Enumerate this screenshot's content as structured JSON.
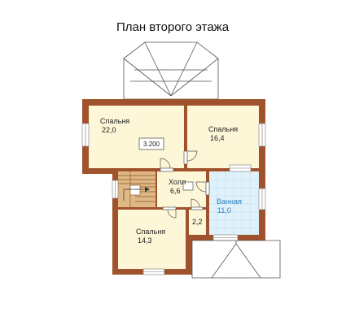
{
  "title": "План второго этажа",
  "rooms": {
    "bedroom_top_left": {
      "name": "Спальня",
      "area": "22,0"
    },
    "bedroom_top_right": {
      "name": "Спальня",
      "area": "16,4"
    },
    "hall": {
      "name": "Холл",
      "area": "6,6"
    },
    "bathroom": {
      "name": "Ванная",
      "area": "11,0"
    },
    "closet": {
      "area": "2,2"
    },
    "bedroom_bottom": {
      "name": "Спальня",
      "area": "14,3"
    }
  },
  "level_mark": "3.200",
  "colors": {
    "wall": "#a0522d",
    "floor": "#fdf6d7",
    "bath_floor": "#dff1fa",
    "bath_text": "#2f7fc4",
    "stair": "#e0b884",
    "roof_line": "#555555"
  }
}
